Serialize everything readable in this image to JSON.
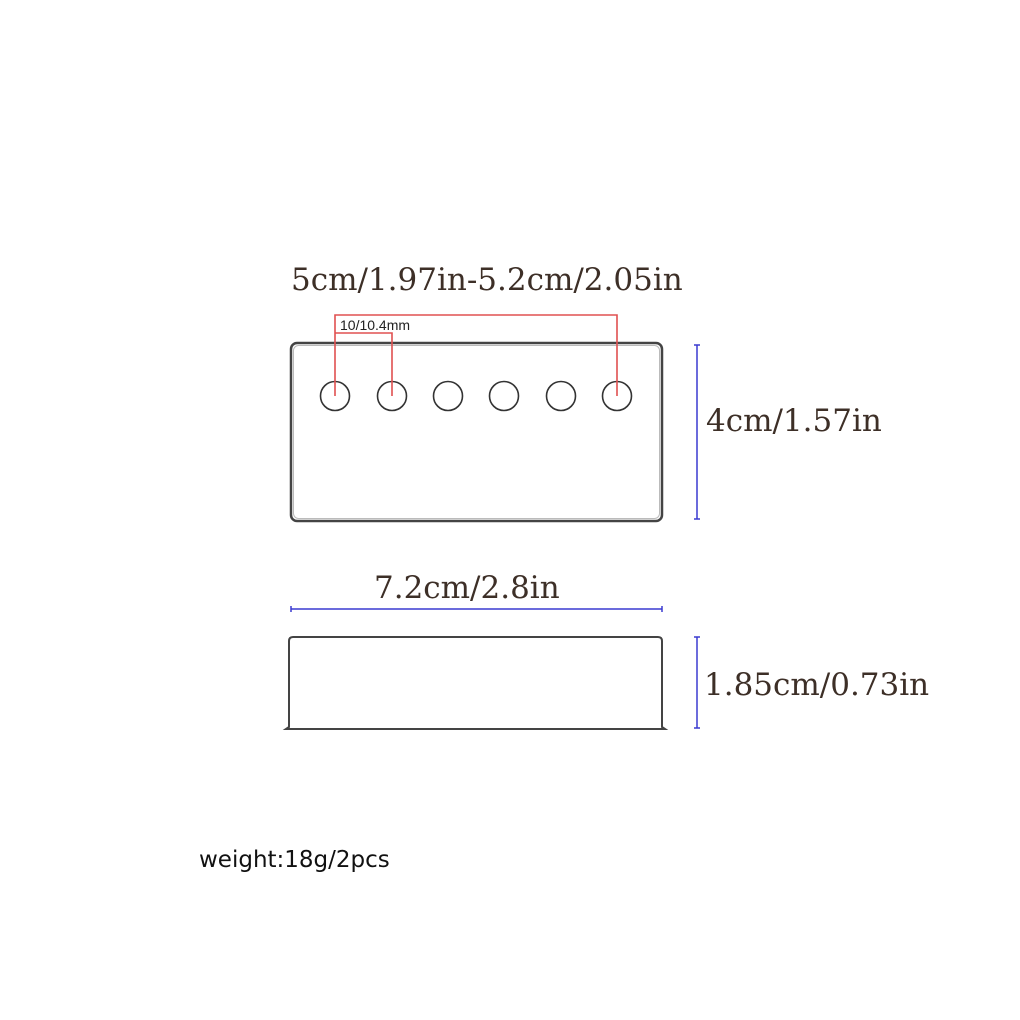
{
  "dimensions": {
    "pole_span": "5cm/1.97in-5.2cm/2.05in",
    "pole_spacing": "10/10.4mm",
    "width_top": "4cm/1.57in",
    "length": "7.2cm/2.8in",
    "height": "1.85cm/0.73in"
  },
  "weight": "weight:18g/2pcs",
  "colors": {
    "outline": "#444444",
    "dimension_line_blue": "#3a3ad0",
    "dimension_line_red": "#e05050",
    "label_text": "#3d2f27"
  }
}
